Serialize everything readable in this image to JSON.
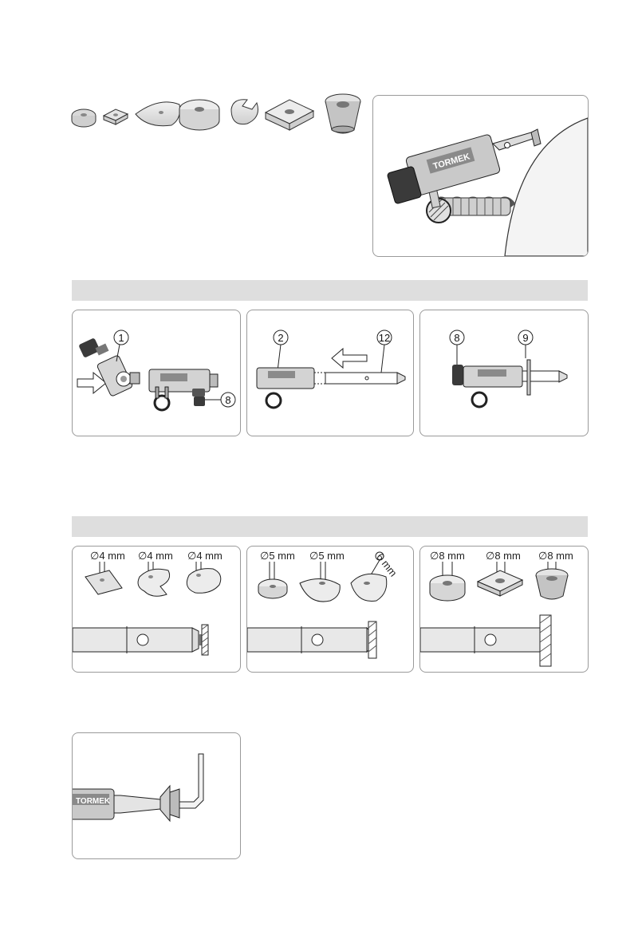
{
  "brand": "TORMEK",
  "callouts": {
    "c1": "1",
    "c2": "2",
    "c12": "12",
    "c8a": "8",
    "c8b": "8",
    "c9": "9"
  },
  "sizes": {
    "p1": [
      "∅4 mm",
      "∅4 mm",
      "∅4 mm"
    ],
    "p2": [
      "∅5 mm",
      "∅5 mm",
      "6 mm"
    ],
    "p3": [
      "∅8 mm",
      "∅8 mm",
      "∅8 mm"
    ]
  },
  "icons": [
    "stone-round-small",
    "stone-square-small",
    "stone-teardrop",
    "stone-round-large",
    "stone-wrench-shape",
    "stone-square-large",
    "stone-cone"
  ],
  "colors": {
    "band": "#dedede",
    "border": "#9a9a9a",
    "metal": "#c8c8c8",
    "dark": "#3a3a3a",
    "stone": "#e6e6e6"
  }
}
